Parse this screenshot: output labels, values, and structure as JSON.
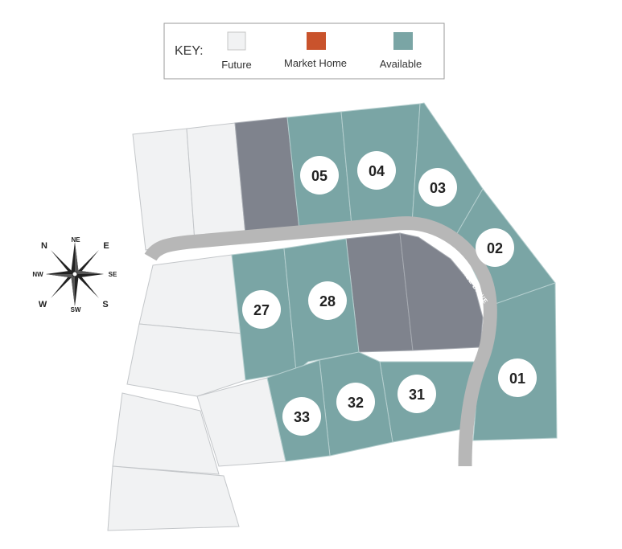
{
  "key": {
    "title": "KEY:",
    "items": [
      {
        "label": "Future",
        "color": "#f1f2f3"
      },
      {
        "label": "Market Home",
        "color": "#c9532c"
      },
      {
        "label": "Available",
        "color": "#7aa5a5"
      }
    ]
  },
  "colors": {
    "future": "#f1f2f3",
    "available": "#7aa5a5",
    "sold": "#7f838d",
    "road": "#b9b9b9",
    "lot_outline": "#bfc3c6"
  },
  "roads": {
    "main": "PINETREE DRIVE",
    "side": "PINETREE DRIVE"
  },
  "compass": {
    "n": "N",
    "ne": "NE",
    "e": "E",
    "se": "SE",
    "s": "S",
    "sw": "SW",
    "w": "W",
    "nw": "NW"
  },
  "lots": [
    {
      "id": "05",
      "status": "available"
    },
    {
      "id": "04",
      "status": "available"
    },
    {
      "id": "03",
      "status": "available"
    },
    {
      "id": "02",
      "status": "available"
    },
    {
      "id": "01",
      "status": "available"
    },
    {
      "id": "27",
      "status": "available"
    },
    {
      "id": "28",
      "status": "available"
    },
    {
      "id": "31",
      "status": "available"
    },
    {
      "id": "32",
      "status": "available"
    },
    {
      "id": "33",
      "status": "available"
    }
  ]
}
